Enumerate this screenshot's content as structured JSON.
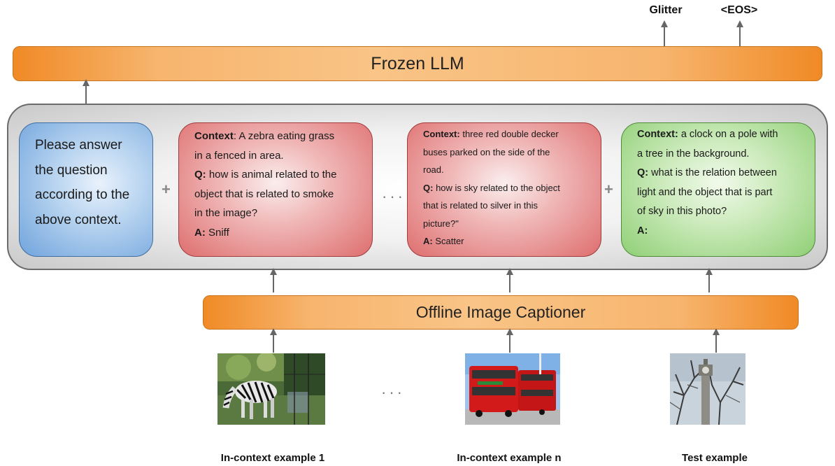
{
  "outputs": [
    "Glitter",
    "<EOS>"
  ],
  "llm_label": "Frozen LLM",
  "captioner_label": "Offline Image Captioner",
  "ellipsis": "···",
  "plus": "+",
  "instruction": [
    "Please answer",
    "the question",
    "according to the",
    "above context."
  ],
  "example1": {
    "context_label": "Context",
    "context_lines": [
      ": A zebra eating grass",
      "in a fenced in area."
    ],
    "q_label": "Q:",
    "q_lines": [
      " how is animal related to the",
      "object that is related to smoke",
      "in the image?"
    ],
    "a_label": "A:",
    "a_text": " Sniff"
  },
  "examplen": {
    "context_label": "Context:",
    "context_lines": [
      " three red double decker",
      "buses parked on the side of the",
      "road."
    ],
    "q_label": "Q:",
    "q_lines": [
      " how is sky related to the object",
      "that is related to silver in this",
      "picture?\""
    ],
    "a_label": "A:",
    "a_text": " Scatter"
  },
  "test": {
    "context_label": "Context:",
    "context_lines": [
      " a clock on a pole with",
      "a tree in the background."
    ],
    "q_label": "Q:",
    "q_lines": [
      " what is the relation between",
      "light and the object that is part",
      "of sky in this photo?"
    ],
    "a_label": "A:"
  },
  "captions": [
    "In-context example 1",
    "In-context example n",
    "Test example"
  ],
  "images": [
    "zebra-photo",
    "red-buses-photo",
    "clock-tree-photo"
  ]
}
